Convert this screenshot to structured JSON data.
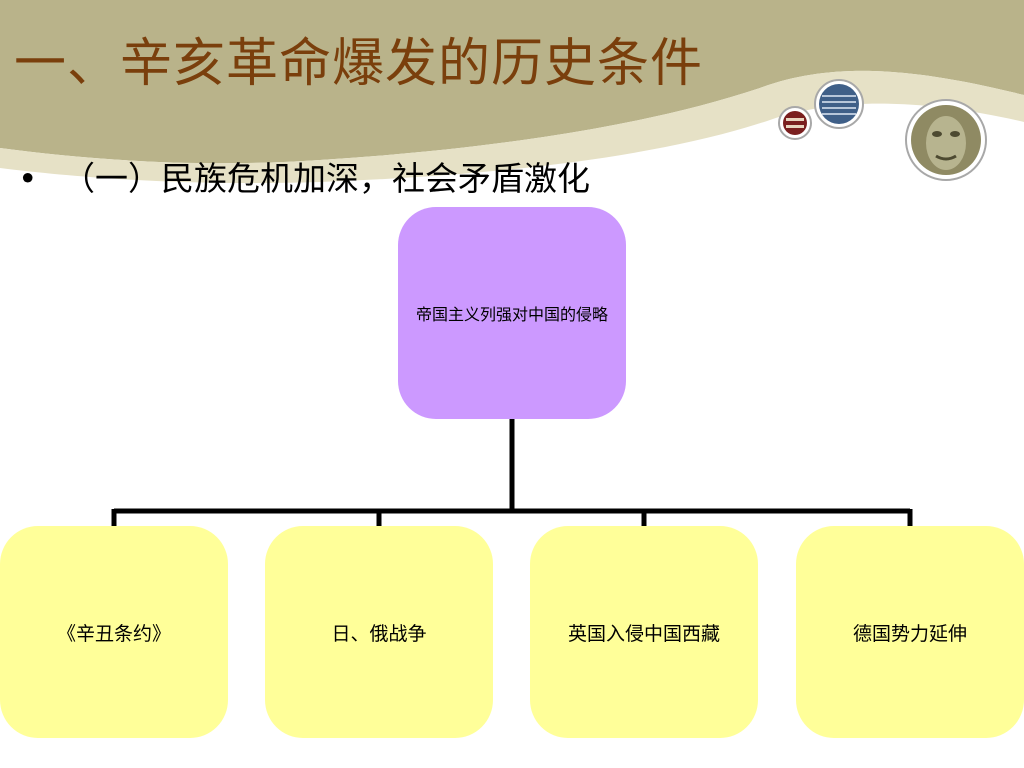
{
  "slide": {
    "title": "一、辛亥革命爆发的历史条件",
    "bullet_symbol": "•",
    "bullet_text": "（一）民族危机加深，社会矛盾激化"
  },
  "diagram": {
    "root": {
      "label": "帝国主义列强对中国的侵略"
    },
    "children": [
      {
        "label": "《辛丑条约》"
      },
      {
        "label": "日、俄战争"
      },
      {
        "label": "英国入侵中国西藏"
      },
      {
        "label": "德国势力延伸"
      }
    ]
  },
  "colors": {
    "title": "#7a3f0c",
    "header_band": "#b9b38a",
    "root_fill": "#cc99ff",
    "child_fill": "#ffff99",
    "connector": "#000000"
  }
}
